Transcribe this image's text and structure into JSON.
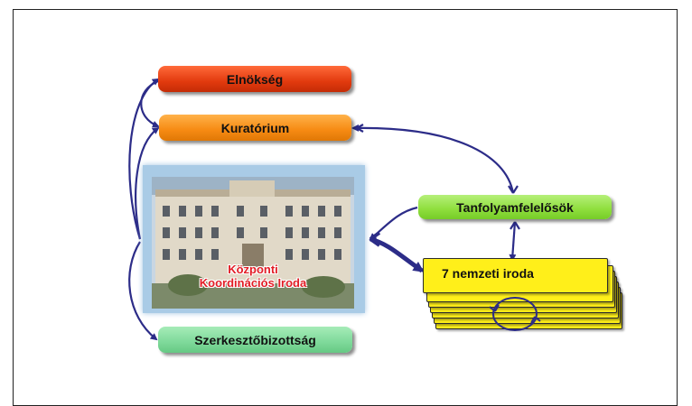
{
  "nodes": {
    "elnokseg": "Elnökség",
    "kuratorium": "Kuratórium",
    "tanfolyamfelelosok": "Tanfolyamfelelősök",
    "nemzeti_iroda": "7 nemzeti iroda",
    "szerkesztobizottsag": "Szerkesztőbizottság"
  },
  "photo": {
    "label_line1": "Központi",
    "label_line2": "Koordinációs Iroda"
  },
  "colors": {
    "elnokseg": "#e23a0e",
    "kuratorium": "#f68a12",
    "tanfolyamfelelosok": "#8ede3c",
    "nemzeti_iroda": "#ffef1a",
    "szerkesztobizottsag": "#7ed99a",
    "connector": "#2c2c88",
    "label_red": "#e21d26"
  }
}
